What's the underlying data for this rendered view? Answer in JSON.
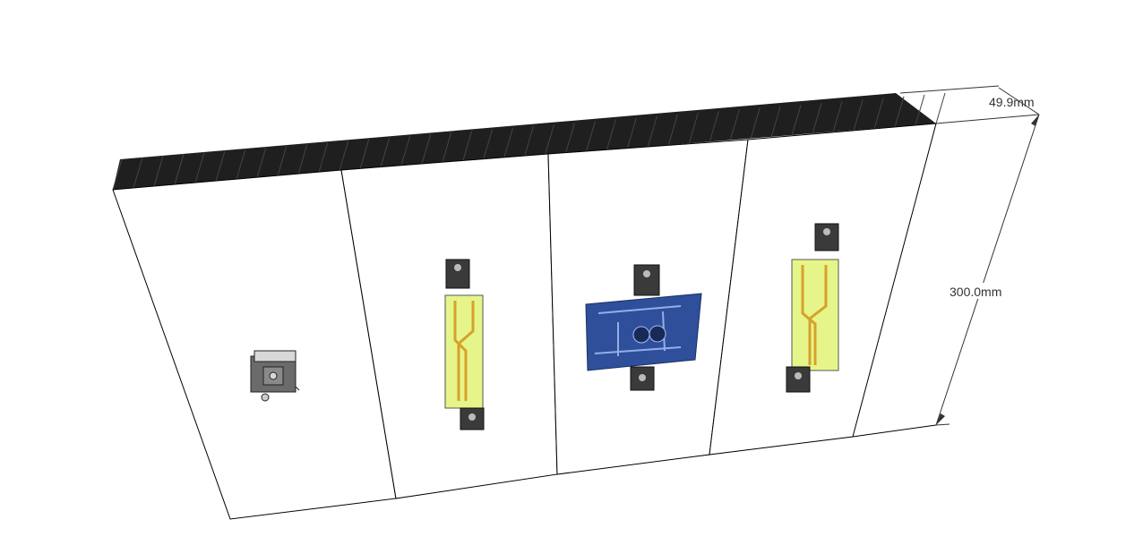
{
  "dimensions": {
    "depth_label": "49.9mm",
    "height_label": "300.0mm"
  },
  "colors": {
    "background": "#ffffff",
    "fins": "#1f1f1f",
    "panel": "#ffffff",
    "edge": "#000000",
    "pcb_yellow": "#e5f58a",
    "pcb_blue": "#2f4f9a",
    "transistor": "#3a3a3a"
  },
  "model": {
    "heatsink_modules": 4,
    "components": [
      {
        "name": "bridge-rectifier",
        "module": 1
      },
      {
        "name": "driver-board-left",
        "module": 2
      },
      {
        "name": "amplifier-board",
        "module": 3
      },
      {
        "name": "driver-board-right",
        "module": 4
      }
    ]
  }
}
